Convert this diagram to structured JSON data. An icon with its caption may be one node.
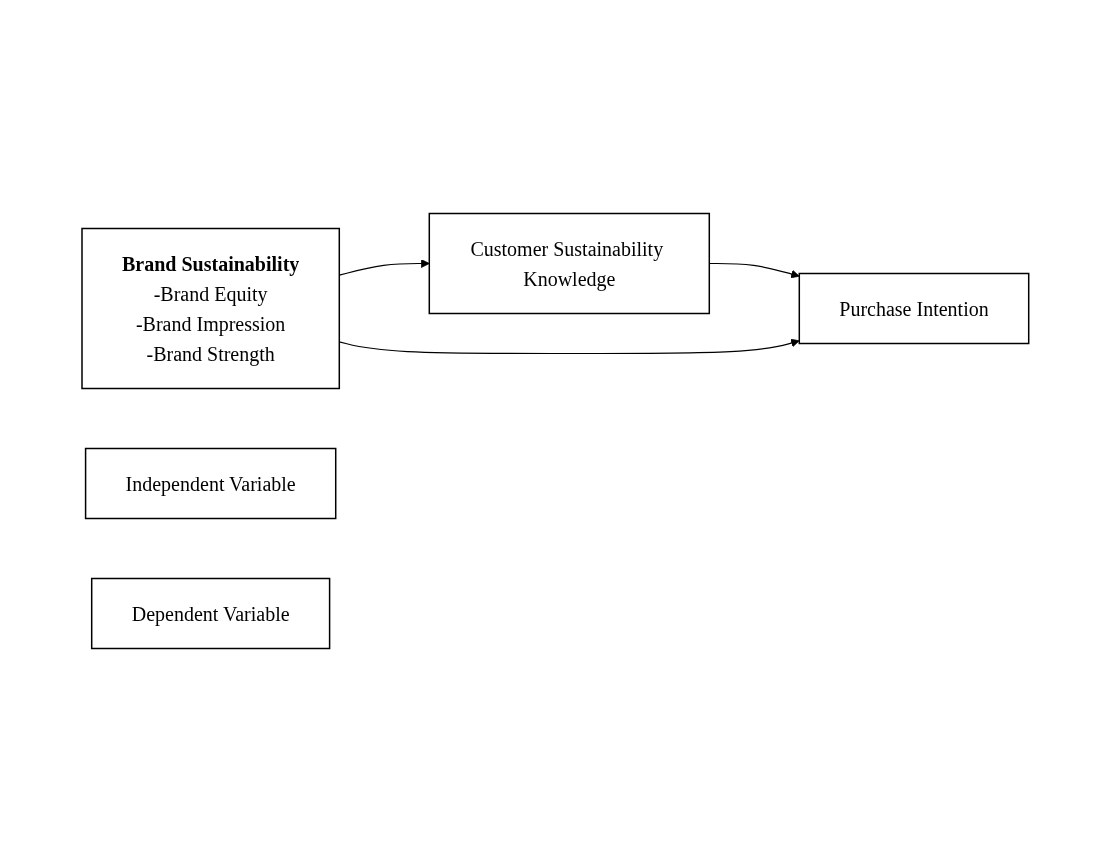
{
  "diagram": {
    "nodes": [
      {
        "text": [
          "Customer Sustainability Knowledge"
        ]
      },
      {
        "text": [
          "Brand Sustainability",
          "-Brand Equity",
          "-Brand Impression",
          "-Brand Strength"
        ]
      },
      {
        "text": [
          "Purchase Intention"
        ]
      },
      {
        "text": [
          "Independent Variable"
        ]
      },
      {
        "text": [
          "Dependent Variable"
        ]
      }
    ],
    "edges": [
      {
        "from": 1,
        "to": 0,
        "arrow": "to"
      },
      {
        "from": 0,
        "to": 2,
        "arrow": "to"
      },
      {
        "from": 1,
        "to": 2,
        "arrow": "to"
      }
    ]
  }
}
